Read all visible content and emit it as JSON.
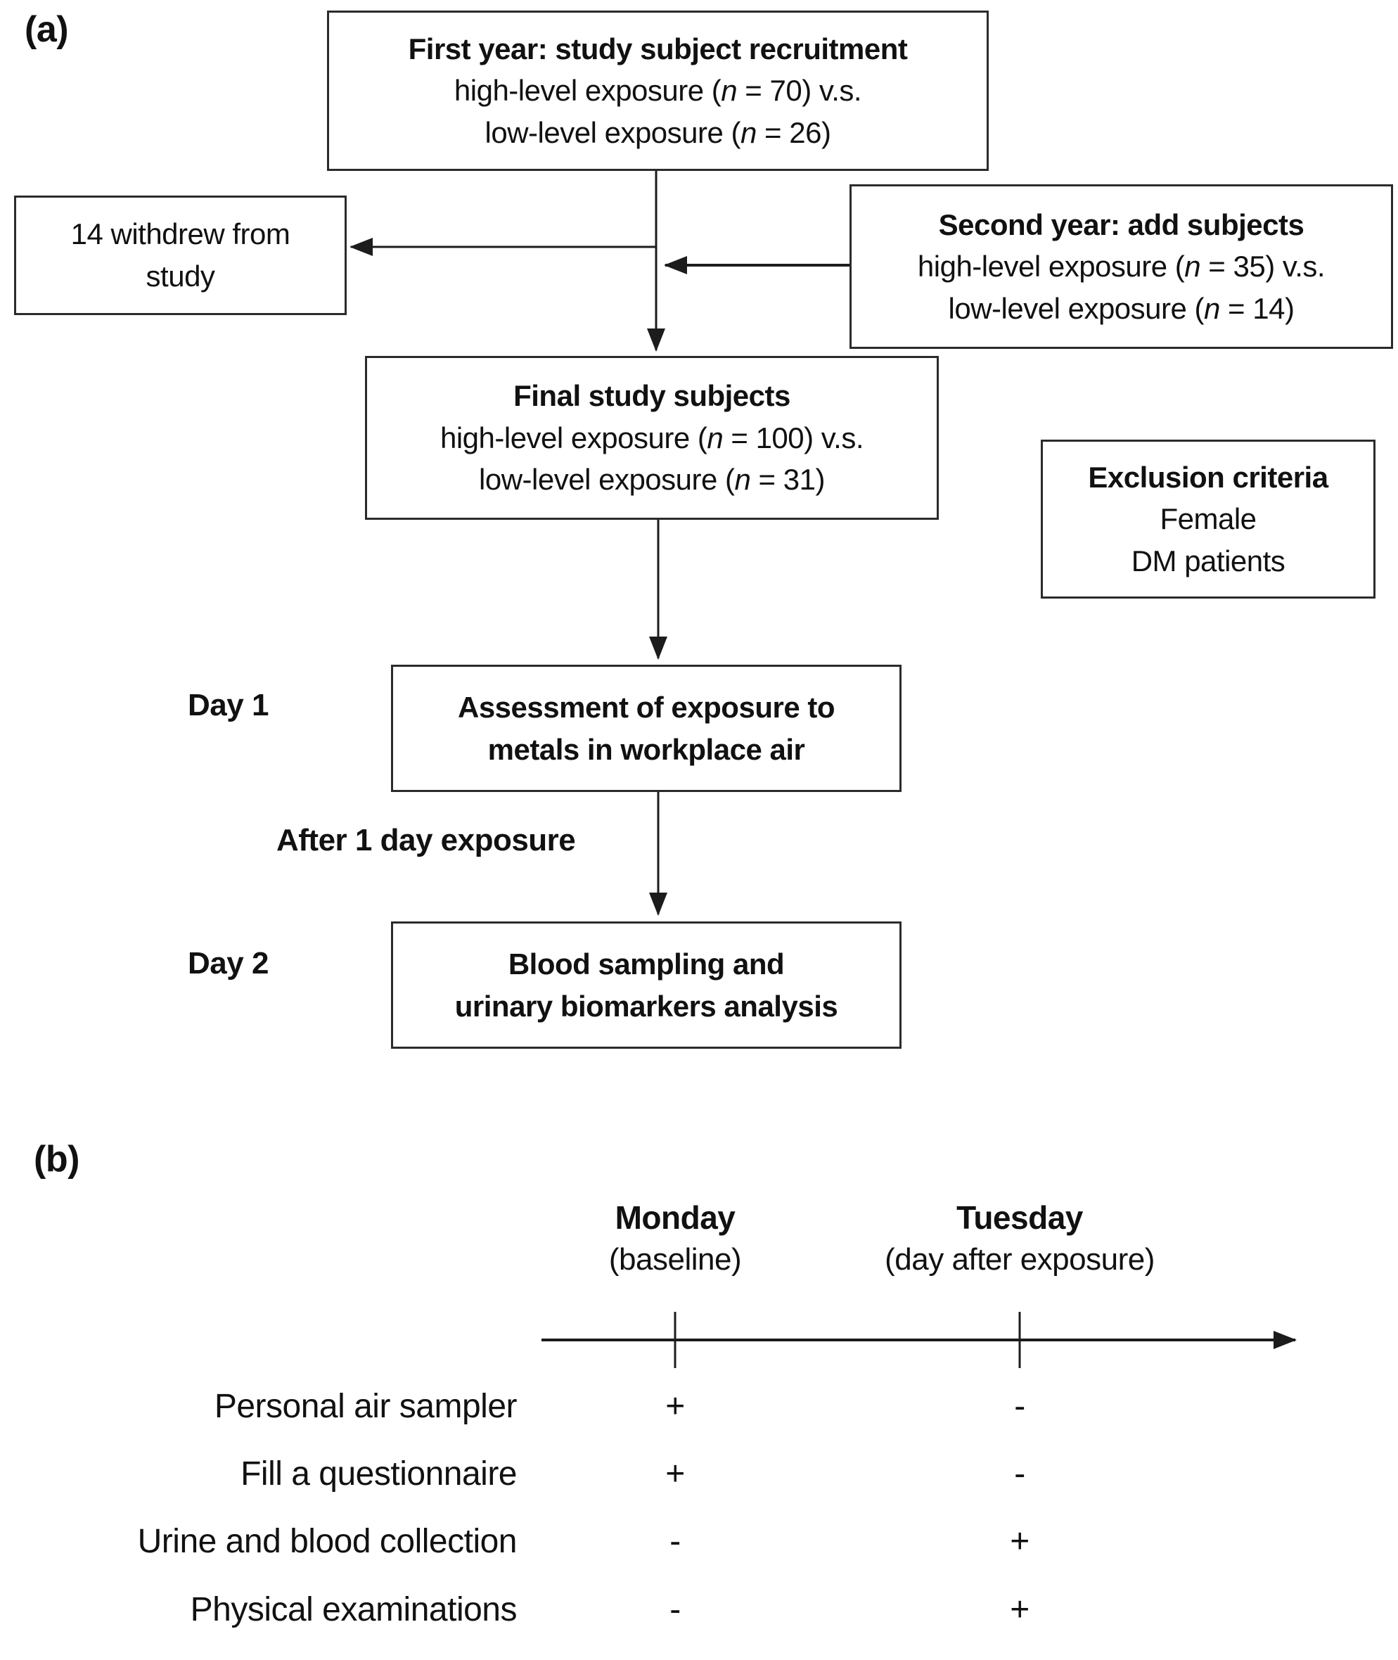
{
  "panel_a": {
    "label": "(a)",
    "first_year": {
      "title": "First year: study subject recruitment",
      "high": {
        "pre": "high-level exposure (",
        "var": "n",
        "post": " = 70) v.s."
      },
      "low": {
        "pre": "low-level exposure (",
        "var": "n",
        "post": " = 26)"
      }
    },
    "withdrew": {
      "text": "14 withdrew from study"
    },
    "second_year": {
      "title": "Second year: add subjects",
      "high": {
        "pre": "high-level exposure (",
        "var": "n",
        "post": " = 35) v.s."
      },
      "low": {
        "pre": "low-level exposure (",
        "var": "n",
        "post": " = 14)"
      }
    },
    "final": {
      "title": "Final study subjects",
      "high": {
        "pre": "high-level exposure (",
        "var": "n",
        "post": " = 100) v.s."
      },
      "low": {
        "pre": "low-level exposure (",
        "var": "n",
        "post": " = 31)"
      }
    },
    "exclusion": {
      "title": "Exclusion criteria",
      "line1": "Female",
      "line2": "DM patients"
    },
    "day1_label": "Day 1",
    "day1_box": {
      "line1": "Assessment of exposure to",
      "line2": "metals in workplace air"
    },
    "after_label": "After 1 day exposure",
    "day2_label": "Day 2",
    "day2_box": {
      "line1": "Blood sampling and",
      "line2": "urinary biomarkers analysis"
    }
  },
  "panel_b": {
    "label": "(b)",
    "columns": [
      {
        "day": "Monday",
        "sub": "(baseline)"
      },
      {
        "day": "Tuesday",
        "sub": "(day after exposure)"
      }
    ],
    "rows": [
      {
        "label": "Personal air sampler",
        "monday": "+",
        "tuesday": "-"
      },
      {
        "label": "Fill a questionnaire",
        "monday": "+",
        "tuesday": "-"
      },
      {
        "label": "Urine and blood collection",
        "monday": "-",
        "tuesday": "+"
      },
      {
        "label": "Physical examinations",
        "monday": "-",
        "tuesday": "+"
      }
    ]
  },
  "colors": {
    "ink": "#111111",
    "border": "#2b2b2b",
    "background": "#ffffff"
  }
}
